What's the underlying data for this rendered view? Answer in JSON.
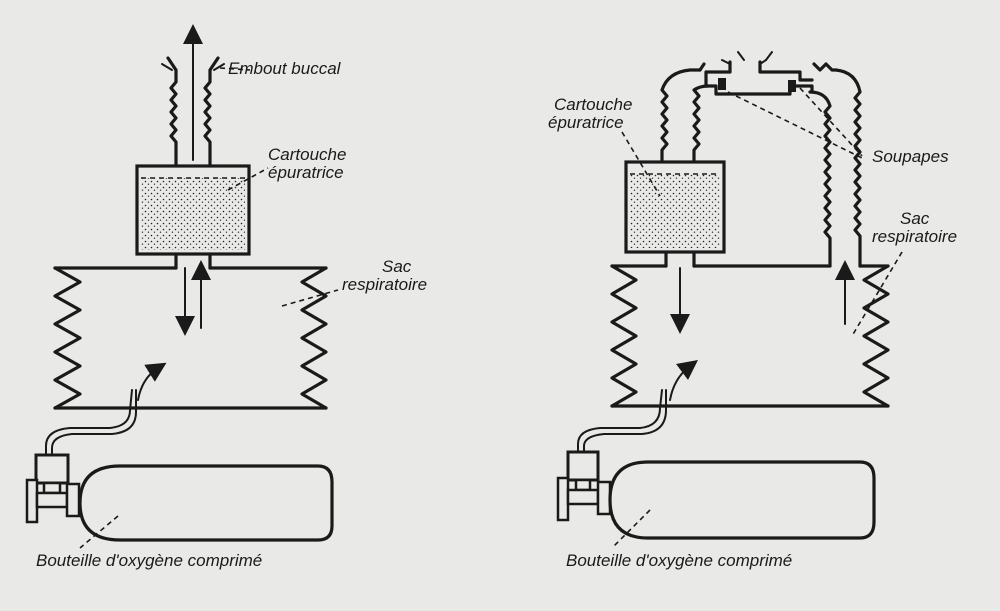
{
  "left_diagram": {
    "label_mouthpiece": "Embout buccal",
    "label_cartridge_line1": "Cartouche",
    "label_cartridge_line2": "épuratrice",
    "label_bag_line1": "Sac",
    "label_bag_line2": "respiratoire",
    "label_bottle": "Bouteille d'oxygène comprimé"
  },
  "right_diagram": {
    "label_cartridge_line1": "Cartouche",
    "label_cartridge_line2": "épuratrice",
    "label_valves": "Soupapes",
    "label_bag_line1": "Sac",
    "label_bag_line2": "respiratoire",
    "label_bottle": "Bouteille d'oxygène comprimé"
  },
  "colors": {
    "ink": "#1a1a1a",
    "paper": "#e9e9e7"
  }
}
